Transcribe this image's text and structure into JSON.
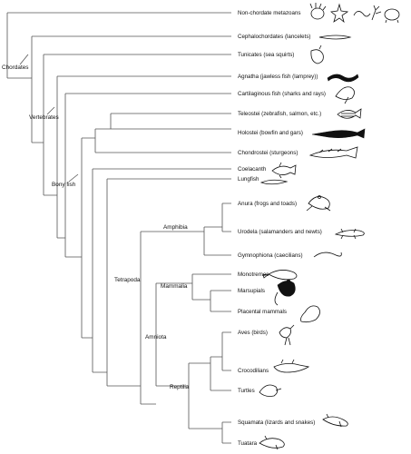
{
  "tree": {
    "tips": [
      {
        "id": "nonchordate",
        "label": "Non-chordate metazoans",
        "icon": "invertebrates-icon"
      },
      {
        "id": "cephalochordates",
        "label": "Cephalochordates (lancelets)",
        "icon": "lancelet-icon"
      },
      {
        "id": "tunicates",
        "label": "Tunicates (sea squirts)",
        "icon": "sea-squirt-icon"
      },
      {
        "id": "agnatha",
        "label": "Agnatha (jawless fish (lamprey))",
        "icon": "lamprey-icon"
      },
      {
        "id": "cartilaginous",
        "label": "Cartilaginous fish (sharks and rays)",
        "icon": "ray-icon"
      },
      {
        "id": "teleostei",
        "label": "Teleostei (zebrafish, salmon, etc.)",
        "icon": "zebrafish-icon"
      },
      {
        "id": "holostei",
        "label": "Holostei (bowfin and gars)",
        "icon": "gar-icon"
      },
      {
        "id": "chondrostei",
        "label": "Chondrostei (sturgeons)",
        "icon": "sturgeon-icon"
      },
      {
        "id": "coelacanth",
        "label": "Coelacanth",
        "icon": "coelacanth-icon"
      },
      {
        "id": "lungfish",
        "label": "Lungfish",
        "icon": "lungfish-icon"
      },
      {
        "id": "anura",
        "label": "Anura (frogs and toads)",
        "icon": "frog-icon"
      },
      {
        "id": "urodela",
        "label": "Urodela (salamanders and newts)",
        "icon": "salamander-icon"
      },
      {
        "id": "gymnophiona",
        "label": "Gymnophiona (caecilians)",
        "icon": "caecilian-icon"
      },
      {
        "id": "monotremes",
        "label": "Monotremes",
        "icon": "platypus-icon"
      },
      {
        "id": "marsupials",
        "label": "Marsupials",
        "icon": "possum-icon"
      },
      {
        "id": "placental",
        "label": "Placental mammals",
        "icon": "seal-icon"
      },
      {
        "id": "aves",
        "label": "Aves (birds)",
        "icon": "bird-icon"
      },
      {
        "id": "crocodilians",
        "label": "Crocodilians",
        "icon": "crocodile-icon"
      },
      {
        "id": "turtles",
        "label": "Turtles",
        "icon": "turtle-icon"
      },
      {
        "id": "squamata",
        "label": "Squamata (lizards and snakes)",
        "icon": "lizard-icon"
      },
      {
        "id": "tuatara",
        "label": "Tuatara",
        "icon": "tuatara-icon"
      }
    ],
    "clades": [
      {
        "id": "chordates",
        "label": "Chordates"
      },
      {
        "id": "vertebrates",
        "label": "Vertebrates"
      },
      {
        "id": "bony-fish",
        "label": "Bony fish"
      },
      {
        "id": "amphibia",
        "label": "Amphibia"
      },
      {
        "id": "tetrapoda",
        "label": "Tetrapoda"
      },
      {
        "id": "mammalia",
        "label": "Mammalia"
      },
      {
        "id": "amniota",
        "label": "Amniota"
      },
      {
        "id": "reptilia",
        "label": "Reptilia"
      }
    ],
    "colors": {
      "branch": "#555555",
      "text": "#111111",
      "background": "#ffffff"
    }
  }
}
